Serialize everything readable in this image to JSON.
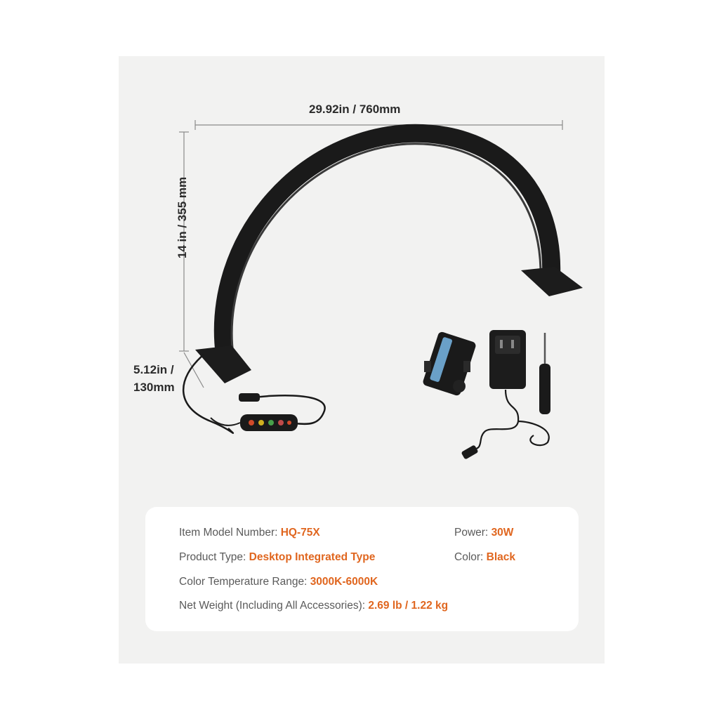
{
  "dimensions": {
    "width_label": "29.92in / 760mm",
    "height_label": "14 in / 355 mm",
    "base_label_line1": "5.12in /",
    "base_label_line2": "130mm"
  },
  "specs": {
    "model": {
      "label": "Item Model Number: ",
      "value": "HQ-75X"
    },
    "power": {
      "label": "Power: ",
      "value": "30W"
    },
    "product_type": {
      "label": "Product Type: ",
      "value": "Desktop Integrated Type"
    },
    "color": {
      "label": "Color: ",
      "value": "Black"
    },
    "color_temp": {
      "label": "Color Temperature Range: ",
      "value": "3000K-6000K"
    },
    "weight": {
      "label": "Net Weight (Including All Accessories): ",
      "value": "2.69 lb / 1.22 kg"
    }
  },
  "colors": {
    "accent": "#e0661f",
    "background": "#f2f2f1",
    "product": "#1a1a1a"
  }
}
